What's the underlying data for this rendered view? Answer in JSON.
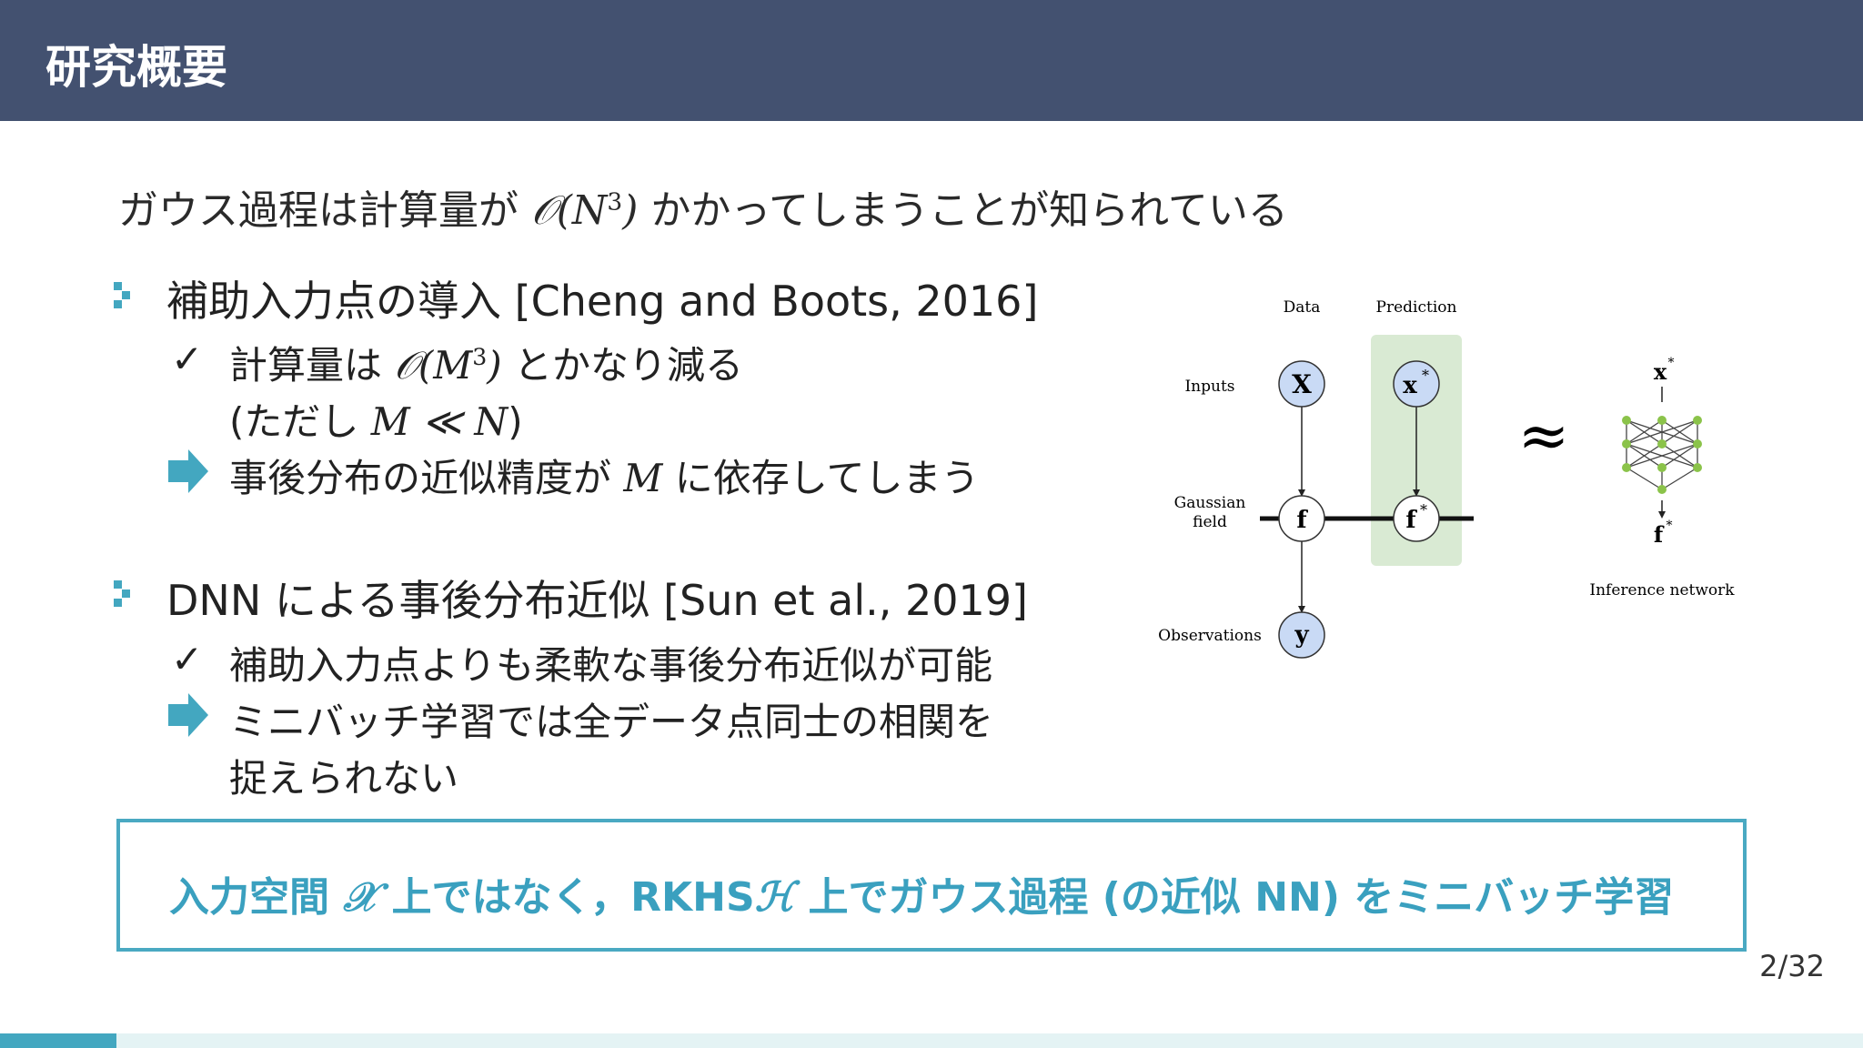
{
  "header": {
    "title": "研究概要"
  },
  "lead": {
    "prefix": "ガウス過程は計算量が",
    "complexity": "𝒪(N",
    "complexity_sup": "3",
    "complexity_close": ")",
    "suffix": "かかってしまうことが知られている"
  },
  "bullets": [
    {
      "title": "補助入力点の導入 [Cheng and Boots, 2016]",
      "sub": [
        {
          "marker": "check",
          "prefix": "計算量は",
          "math": "𝒪(M",
          "math_sup": "3",
          "math_close": ")",
          "suffix": "とかなり減る"
        },
        {
          "marker": "none",
          "prefix": "(ただし",
          "math": "M ≪ N",
          "suffix": ")"
        },
        {
          "marker": "arrow",
          "prefix": "事後分布の近似精度が",
          "math": "M",
          "suffix": "に依存してしまう"
        }
      ]
    },
    {
      "title": "DNN による事後分布近似 [Sun et al., 2019]",
      "sub": [
        {
          "marker": "check",
          "text": "補助入力点よりも柔軟な事後分布近似が可能"
        },
        {
          "marker": "arrow",
          "text": "ミニバッチ学習では全データ点同士の相関を"
        },
        {
          "marker": "none",
          "text": "捉えられない"
        }
      ]
    }
  ],
  "figure": {
    "col_data": "Data",
    "col_prediction": "Prediction",
    "row_inputs": "Inputs",
    "row_gaussian_1": "Gaussian",
    "row_gaussian_2": "field",
    "row_observations": "Observations",
    "node_x": "X",
    "node_xstar": "x",
    "node_f": "f",
    "node_fstar": "f",
    "node_y": "y",
    "star": "*",
    "approx": "≈",
    "net_top": "x",
    "net_bottom": "f",
    "net_label": "Inference network",
    "colors": {
      "node_fill": "#c9daf5",
      "pred_bg": "#d9ead3",
      "net_node": "#8bc34a"
    }
  },
  "conclusion": {
    "part1": "入力空間",
    "math_x": "𝒳",
    "part2": "上ではなく，RKHS",
    "math_h": "ℋ",
    "part3": "上でガウス過程 (の近似 NN) をミニバッチ学習"
  },
  "page": {
    "number": "2/32",
    "progress": 0.0625
  },
  "colors": {
    "header_bg": "#435170",
    "accent": "#43a7c0"
  }
}
